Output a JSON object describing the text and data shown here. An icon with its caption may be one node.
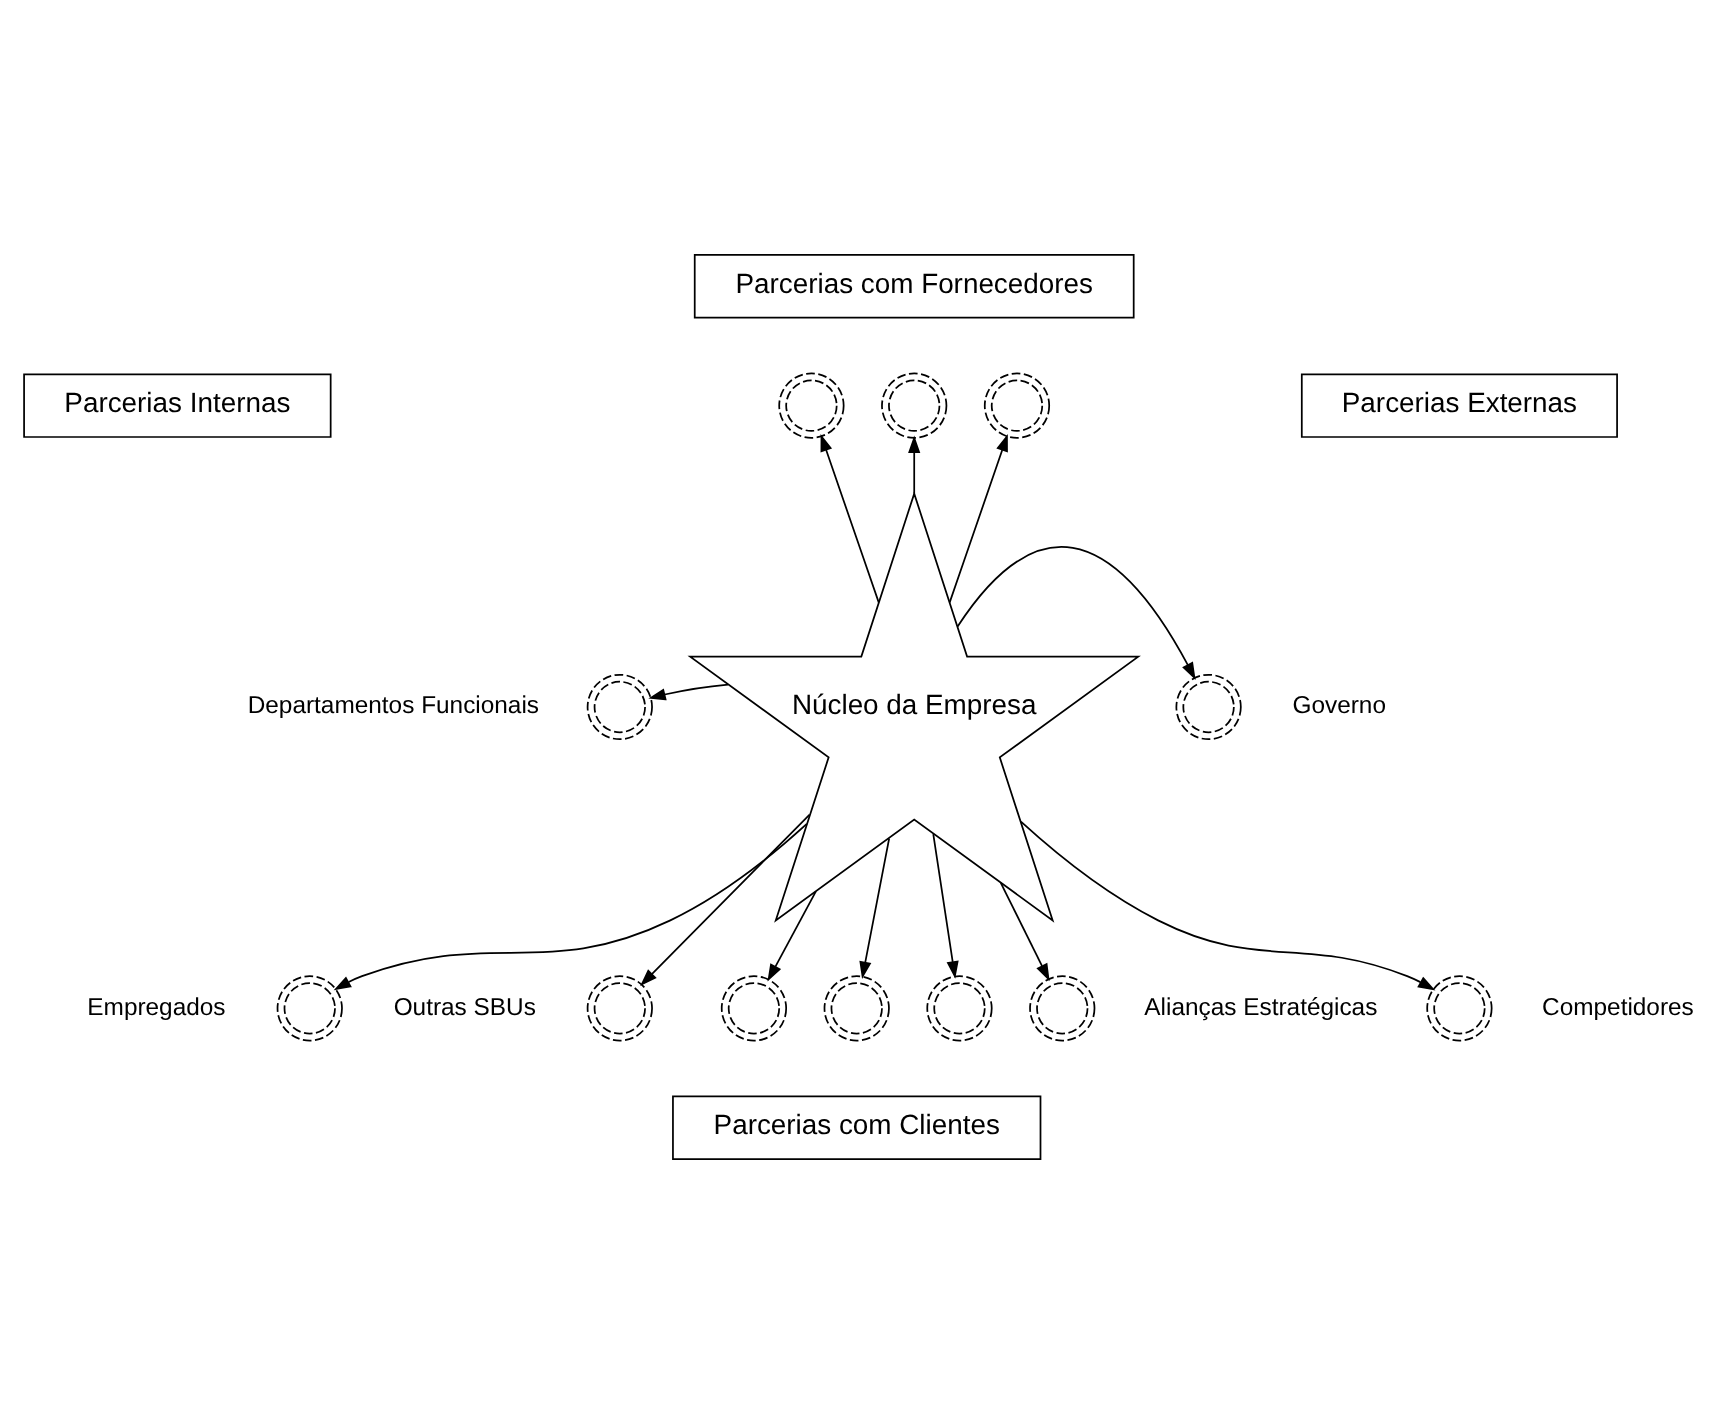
{
  "diagram": {
    "nodes": [
      {
        "text": [
          "Parcerias com Fornecedores"
        ]
      },
      {
        "text": [],
        "shape": "circle"
      },
      {
        "text": [],
        "shape": "circle"
      },
      {
        "text": [],
        "shape": "circle"
      },
      {
        "text": [
          "Parcerias Internas"
        ]
      },
      {
        "text": [
          "Parcerias Externas"
        ]
      },
      {
        "text": [
          "Núcleo da Empresa"
        ]
      },
      {
        "text": [],
        "shape": "circle",
        "beside": [
          "Empregados"
        ]
      },
      {
        "text": [],
        "shape": "circle",
        "beside": [
          "Departamentos Funcionais"
        ]
      },
      {
        "text": [],
        "shape": "circle",
        "beside": [
          "Outras SBUs"
        ]
      },
      {
        "text": [],
        "shape": "circle",
        "beside": [
          "Competidores"
        ]
      },
      {
        "text": [],
        "shape": "circle",
        "beside": [
          "Governo"
        ]
      },
      {
        "text": [],
        "shape": "circle",
        "beside": [
          "Alianças Estratégicas"
        ]
      },
      {
        "text": [],
        "shape": "circle"
      },
      {
        "text": [],
        "shape": "circle"
      },
      {
        "text": [],
        "shape": "circle"
      },
      {
        "text": [
          "Parcerias com Clientes"
        ]
      }
    ],
    "edges": [
      {
        "from": 6,
        "to": 1,
        "arrow": "to"
      },
      {
        "from": 6,
        "to": 2,
        "arrow": "to"
      },
      {
        "from": 6,
        "to": 3,
        "arrow": "to"
      },
      {
        "from": 6,
        "to": 7,
        "arrow": "to"
      },
      {
        "from": 6,
        "to": 8,
        "arrow": "to"
      },
      {
        "from": 6,
        "to": 9,
        "arrow": "to"
      },
      {
        "from": 6,
        "to": 10,
        "arrow": "to"
      },
      {
        "from": 6,
        "to": 11,
        "arrow": "to"
      },
      {
        "from": 6,
        "to": 12,
        "arrow": "to"
      },
      {
        "from": 6,
        "to": 13,
        "arrow": "to"
      },
      {
        "from": 6,
        "to": 14,
        "arrow": "to"
      },
      {
        "from": 6,
        "to": 15,
        "arrow": "to"
      }
    ]
  }
}
